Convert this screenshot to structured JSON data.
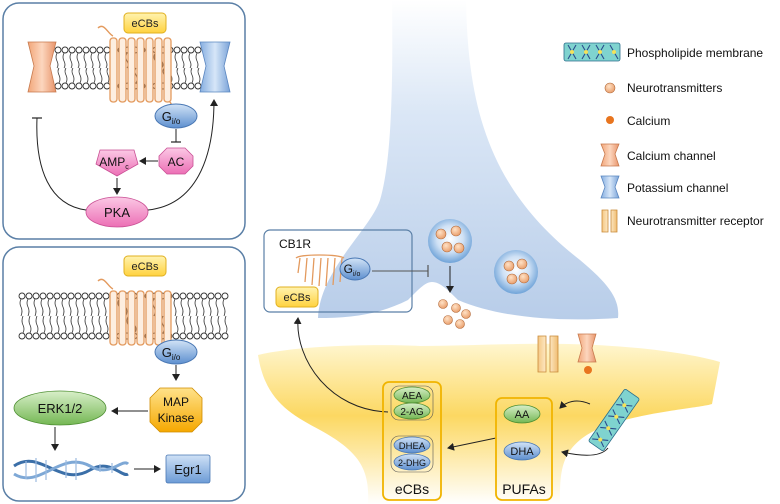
{
  "panel_top": {
    "ecbs_label": "eCBs",
    "gio_main": "G",
    "gio_sub": "i/o",
    "amp_main": "AMP",
    "amp_sub": "c",
    "ac_label": "AC",
    "pka_label": "PKA"
  },
  "panel_bottom": {
    "ecbs_label": "eCBs",
    "gio_main": "G",
    "gio_sub": "i/o",
    "erk_label": "ERK1/2",
    "map_line1": "MAP",
    "map_line2": "Kinase",
    "egr1_label": "Egr1"
  },
  "synapse": {
    "cb1r_label": "CB1R",
    "gio_main": "G",
    "gio_sub": "i/o",
    "ecbs_box_label": "eCBs",
    "ecbs_group_items": [
      "AEA",
      "2-AG",
      "DHEA",
      "2-DHG"
    ],
    "ecbs_group_title": "eCBs",
    "pufas_items": [
      "AA",
      "DHA"
    ],
    "pufas_title": "PUFAs"
  },
  "legend": [
    {
      "icon": "membrane-icon",
      "label": "Phospholipide membrane"
    },
    {
      "icon": "neurotransmitter-icon",
      "label": "Neurotransmitters"
    },
    {
      "icon": "calcium-icon",
      "label": "Calcium"
    },
    {
      "icon": "calcium-channel-icon",
      "label": "Calcium channel"
    },
    {
      "icon": "potassium-channel-icon",
      "label": "Potassium channel"
    },
    {
      "icon": "receptor-icon",
      "label": "Neurotransmitter receptor"
    }
  ],
  "colors": {
    "ecbs_fill": "#ffe066",
    "gprotein_fill": "#7aa7dc",
    "pink_fill": "#f58fc7",
    "green_fill": "#8cc86b",
    "orange_fill": "#ffb800",
    "blue_fill": "#5b9bd5",
    "panel_border": "#5a7fa6",
    "synapse_yellow": "#fbd85c",
    "presynaptic_blue": "#c7d9f0"
  }
}
